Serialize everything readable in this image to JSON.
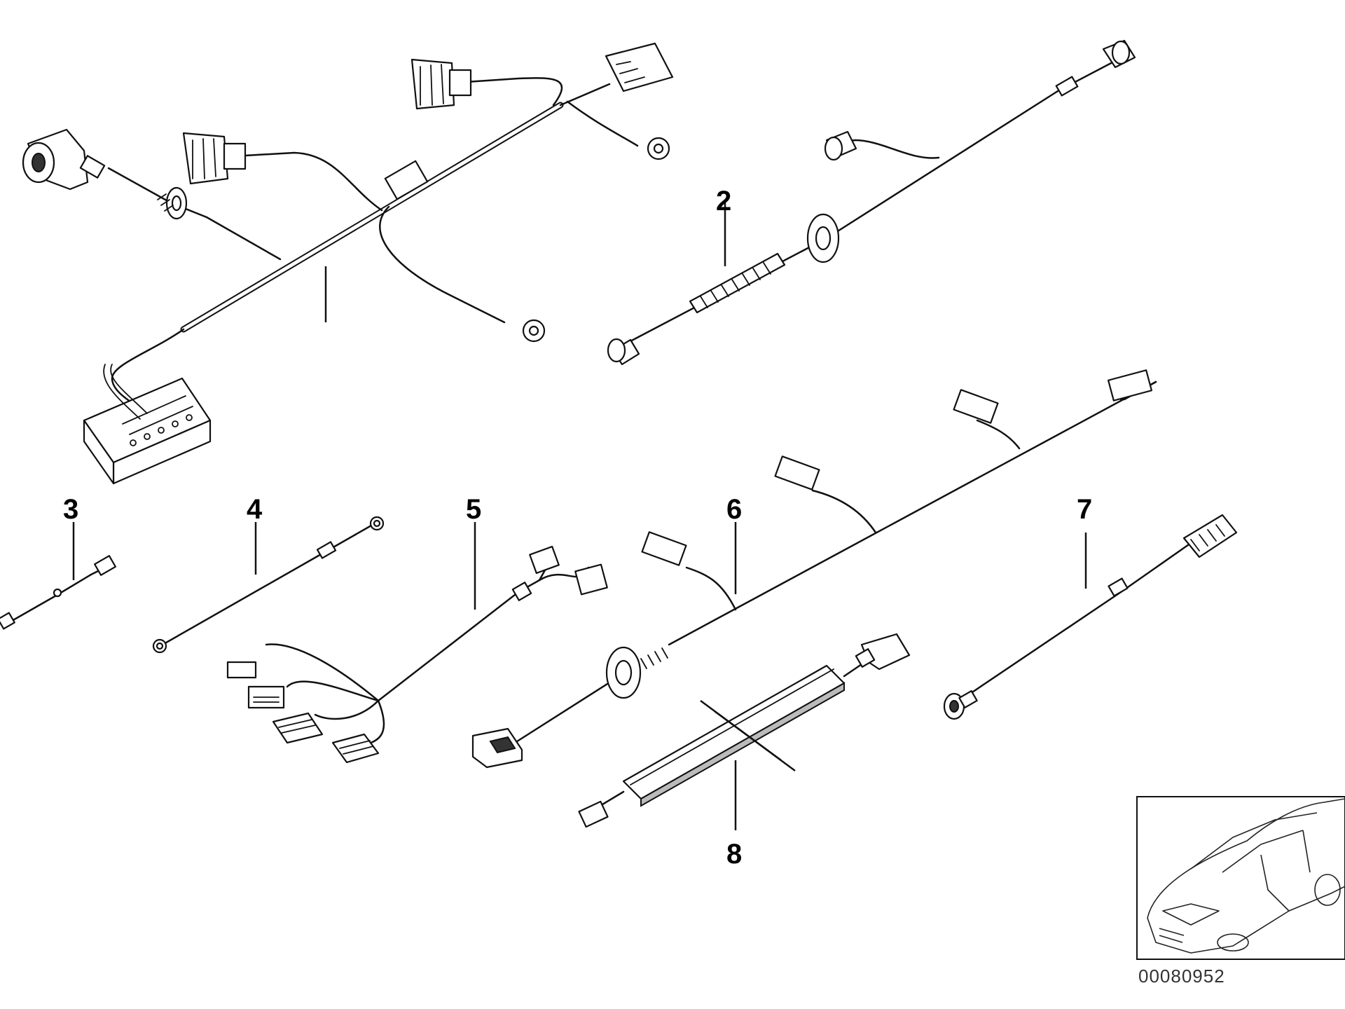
{
  "diagram": {
    "callouts": [
      "2",
      "3",
      "4",
      "5",
      "6",
      "7",
      "8"
    ],
    "reference_number": "00080952",
    "colors": {
      "line": "#111111",
      "background": "#ffffff",
      "label": "#000000"
    }
  }
}
